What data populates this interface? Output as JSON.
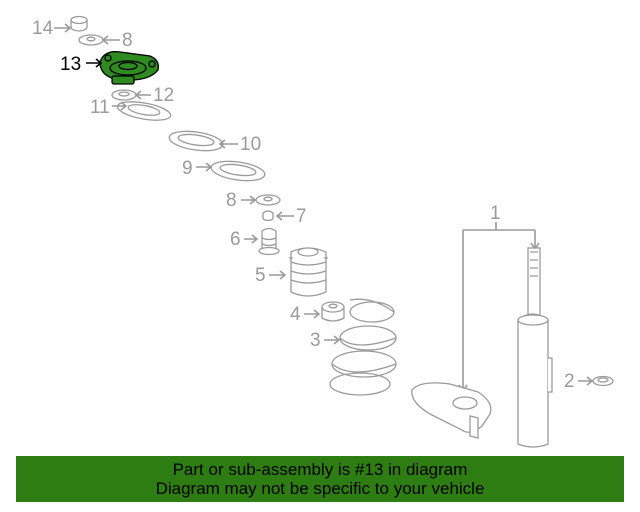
{
  "diagram": {
    "highlight_color": "#2f8a1f",
    "callouts": {
      "c14": "14",
      "c8a": "8",
      "c13": "13",
      "c12": "12",
      "c11": "11",
      "c10": "10",
      "c9": "9",
      "c8b": "8",
      "c7": "7",
      "c6": "6",
      "c5": "5",
      "c4": "4",
      "c3": "3",
      "c2": "2",
      "c1": "1"
    }
  },
  "banner": {
    "line1": "Part or sub-assembly is #13 in diagram",
    "line2": "Diagram may not be specific to your vehicle",
    "background": "#2e7d12"
  }
}
